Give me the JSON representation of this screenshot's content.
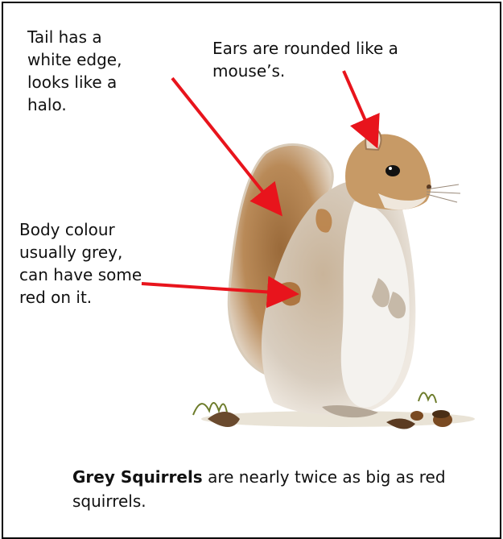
{
  "annotations": {
    "tail": "Tail has a\nwhite edge,\nlooks like a\nhalo.",
    "ears": "Ears are rounded like a\nmouse’s.",
    "body": "Body colour\nusually grey,\ncan have some\nred on it."
  },
  "caption": {
    "bold": "Grey Squirrels",
    "rest": " are nearly twice as big as red squirrels."
  },
  "colors": {
    "arrow": "#e8141c",
    "fur_orange": "#b7793b",
    "fur_grey": "#bfb2a3",
    "belly": "#f4f2ee"
  },
  "icons": [
    "squirrel-illustration",
    "acorn-icon",
    "leaf-icon"
  ]
}
